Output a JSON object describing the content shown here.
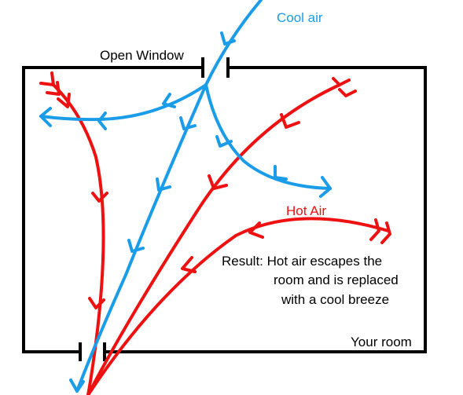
{
  "labels": {
    "cool_air": "Cool air",
    "open_window": "Open Window",
    "hot_air": "Hot Air",
    "result_line1": "Result: Hot air escapes the",
    "result_line2": "room and is replaced",
    "result_line3": "with a cool breeze",
    "your_room": "Your room"
  },
  "colors": {
    "cool": "#1b9ce8",
    "hot": "#ee1111",
    "wall": "#000000"
  }
}
